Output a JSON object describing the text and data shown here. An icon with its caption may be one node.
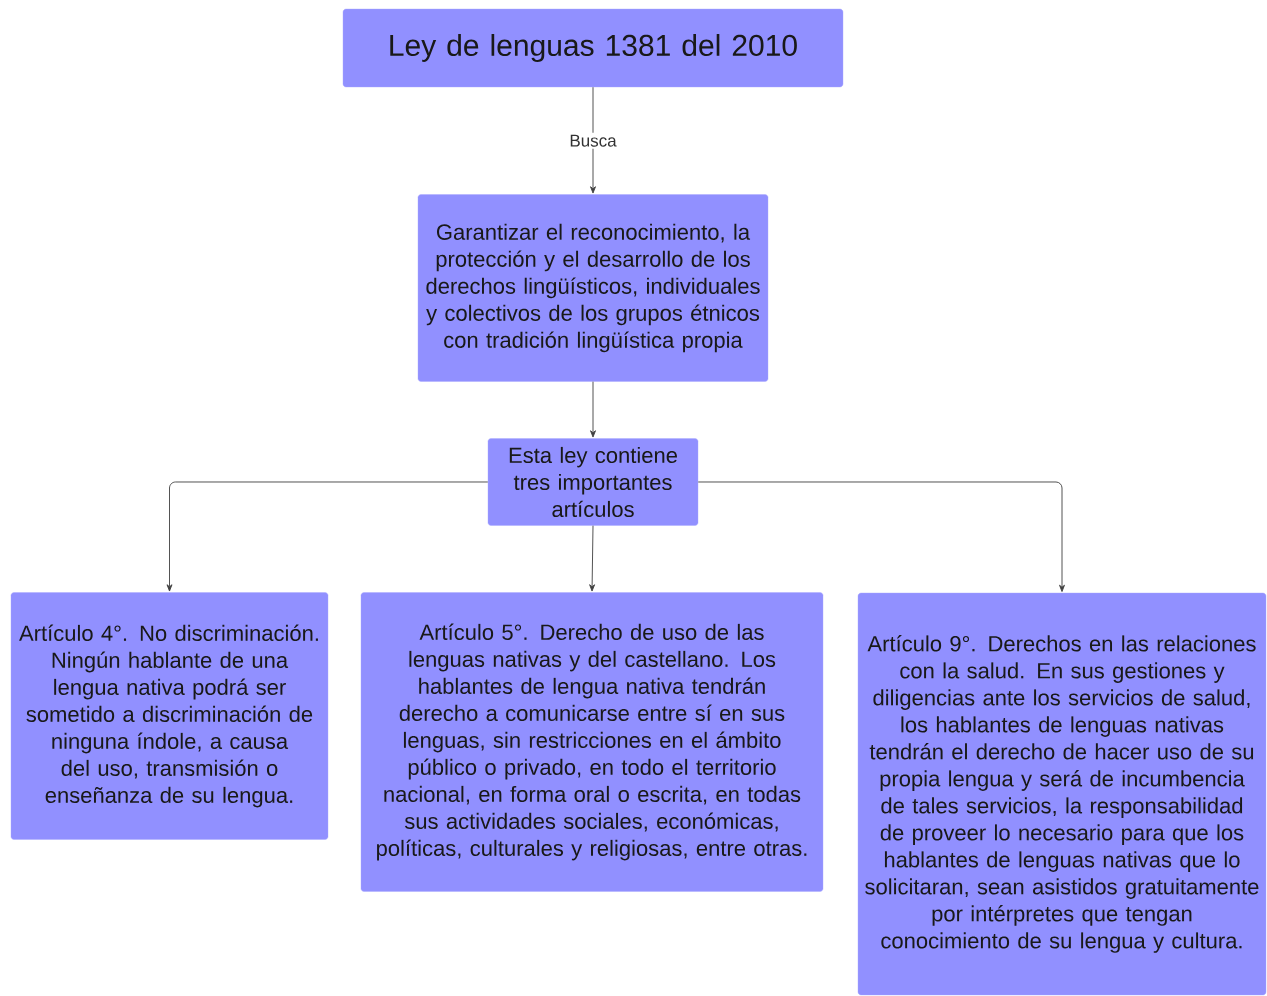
{
  "diagram": {
    "nodes": [
      {
        "text": [
          "Ley de lenguas 1381 del 2010"
        ]
      },
      {
        "text": [
          "Garantizar el reconocimiento, la protección y el desarrollo de los derechos lingüísticos, individuales y colectivos de los grupos étnicos con tradición lingüística propia"
        ]
      },
      {
        "text": [
          "Esta ley contiene tres importantes artículos"
        ]
      },
      {
        "text": [
          "Artículo 4°. No discriminación. Ningún hablante de una lengua nativa podrá ser sometido a discriminación de ninguna índole, a causa del uso, transmisión o enseñanza de su lengua."
        ]
      },
      {
        "text": [
          "Artículo 5°. Derecho de uso de las lenguas nativas y del castellano. Los hablantes de lengua nativa tendrán derecho a comunicarse entre sí en sus lenguas, sin restricciones en el ámbito público o privado, en todo el territorio nacional, en forma oral o escrita, en todas sus actividades sociales, económicas, políticas, culturales y religiosas, entre otras."
        ]
      },
      {
        "text": [
          "Artículo 9°. Derechos en las relaciones con la salud. En sus gestiones y diligencias ante los servicios de salud, los hablantes de lenguas nativas tendrán el derecho de hacer uso de su propia lengua y será de incumbencia de tales servicios, la responsabilidad de proveer lo necesario para que los hablantes de lenguas nativas que lo solicitaran, sean asistidos gratuitamente por intérpretes que tengan conocimiento de su lengua y cultura."
        ]
      }
    ],
    "edges": [
      {
        "from": 0,
        "to": 1,
        "arrow": "to",
        "label": "Busca"
      },
      {
        "from": 1,
        "to": 2,
        "arrow": "to"
      },
      {
        "from": 2,
        "to": 3,
        "arrow": "to"
      },
      {
        "from": 2,
        "to": 4,
        "arrow": "to"
      },
      {
        "from": 2,
        "to": 5,
        "arrow": "to"
      }
    ]
  }
}
